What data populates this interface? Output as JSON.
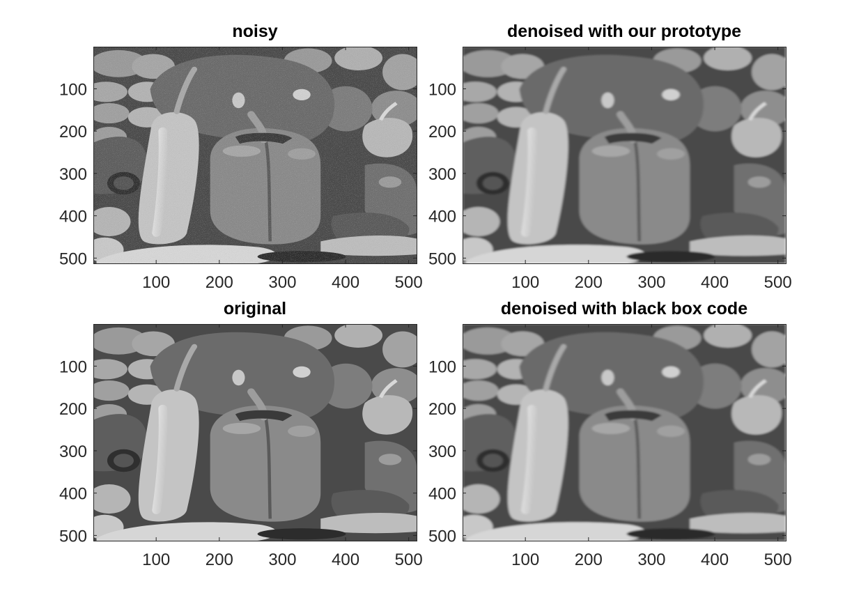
{
  "figure": {
    "panels": [
      {
        "id": "noisy",
        "title": "noisy",
        "variant": "noisy",
        "x_ticks": [
          "100",
          "200",
          "300",
          "400",
          "500"
        ],
        "y_ticks": [
          "100",
          "200",
          "300",
          "400",
          "500"
        ]
      },
      {
        "id": "prototype",
        "title": "denoised with our prototype",
        "variant": "smooth",
        "x_ticks": [
          "100",
          "200",
          "300",
          "400",
          "500"
        ],
        "y_ticks": [
          "100",
          "200",
          "300",
          "400",
          "500"
        ]
      },
      {
        "id": "original",
        "title": "original",
        "variant": "clean",
        "x_ticks": [
          "100",
          "200",
          "300",
          "400",
          "500"
        ],
        "y_ticks": [
          "100",
          "200",
          "300",
          "400",
          "500"
        ]
      },
      {
        "id": "blackbox",
        "title": "denoised with black box code",
        "variant": "smooth",
        "x_ticks": [
          "100",
          "200",
          "300",
          "400",
          "500"
        ],
        "y_ticks": [
          "100",
          "200",
          "300",
          "400",
          "500"
        ]
      }
    ],
    "image_content": "grayscale photograph of bell peppers and chili peppers",
    "axis_extent": [
      1,
      512
    ],
    "colors": {
      "axis": "#262626",
      "title": "#000000",
      "background": "#ffffff"
    }
  }
}
